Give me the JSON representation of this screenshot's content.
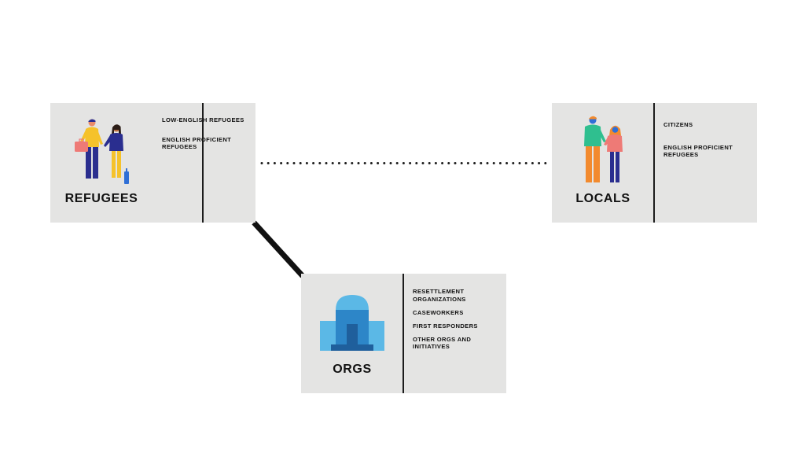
{
  "nodes": {
    "refugees": {
      "title": "REFUGEES",
      "icon": "refugees-family-icon",
      "items": [
        "LOW-ENGLISH REFUGEES",
        "ENGLISH PROFICIENT REFUGEES"
      ]
    },
    "locals": {
      "title": "LOCALS",
      "icon": "locals-couple-icon",
      "items": [
        "CITIZENS",
        "ENGLISH PROFICIENT REFUGEES"
      ]
    },
    "orgs": {
      "title": "ORGS",
      "icon": "building-icon",
      "items": [
        "RESETTLEMENT ORGANIZATIONS",
        "CASEWORKERS",
        "FIRST RESPONDERS",
        "OTHER ORGS AND INITIATIVES"
      ]
    }
  },
  "edges": [
    {
      "from": "refugees",
      "to": "locals",
      "style": "dotted"
    },
    {
      "from": "refugees",
      "to": "orgs",
      "style": "solid-thick"
    }
  ],
  "colors": {
    "box_background": "#e4e4e3",
    "text": "#111111",
    "divider": "#1c1c1c",
    "yellow": "#f5c22b",
    "navy": "#2a2e8f",
    "coral": "#ee7a76",
    "green": "#2fbf8f",
    "orange": "#f28a2e",
    "blue": "#2f6fd6",
    "sky": "#5bb8e6",
    "steel": "#2d86c8"
  }
}
